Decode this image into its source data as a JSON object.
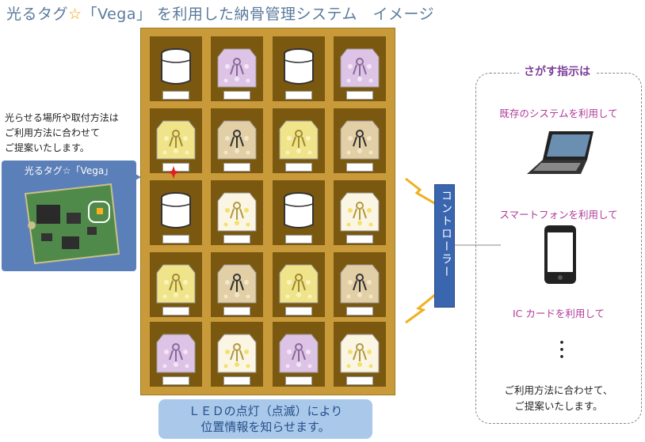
{
  "title": {
    "part1": "光るタグ",
    "star": "☆",
    "part2": "「Vega」 を利用した納骨管理システム　イメージ"
  },
  "left_note": "光らせる場所や取付方法は\nご利用方法に合わせて\nご提案いたします。",
  "tag_callout_title": "光るタグ☆「Vega」",
  "controller_label": "コントローラー",
  "search": {
    "title": "さがす指示は",
    "options": [
      "既存のシステムを利用して",
      "スマートフォンを利用して",
      "IC カードを利用して"
    ],
    "ellipsis": "・\n・\n・",
    "bottom_note": "ご利用方法に合わせて、\nご提案いたします。"
  },
  "led_message": "ＬＥＤの点灯（点滅）により\n位置情報を知らせます。",
  "grid": [
    [
      "urn",
      "purple-bag",
      "urn",
      "purple-bag"
    ],
    [
      "yellow-bag",
      "brown-bag",
      "yellow-bag",
      "brown-bag"
    ],
    [
      "urn",
      "yellow-dot-bag",
      "urn",
      "yellow-dot-bag"
    ],
    [
      "yellow-bag",
      "brown-bag",
      "yellow-bag",
      "brown-bag"
    ],
    [
      "purple-bag",
      "yellow-dot-bag",
      "purple-bag",
      "yellow-dot-bag"
    ]
  ],
  "colors": {
    "cabinet": "#c89a3a",
    "cell": "#7a5810",
    "controller": "#3a66b0",
    "accent_purple": "#7b3f98",
    "led": "#e02020"
  }
}
